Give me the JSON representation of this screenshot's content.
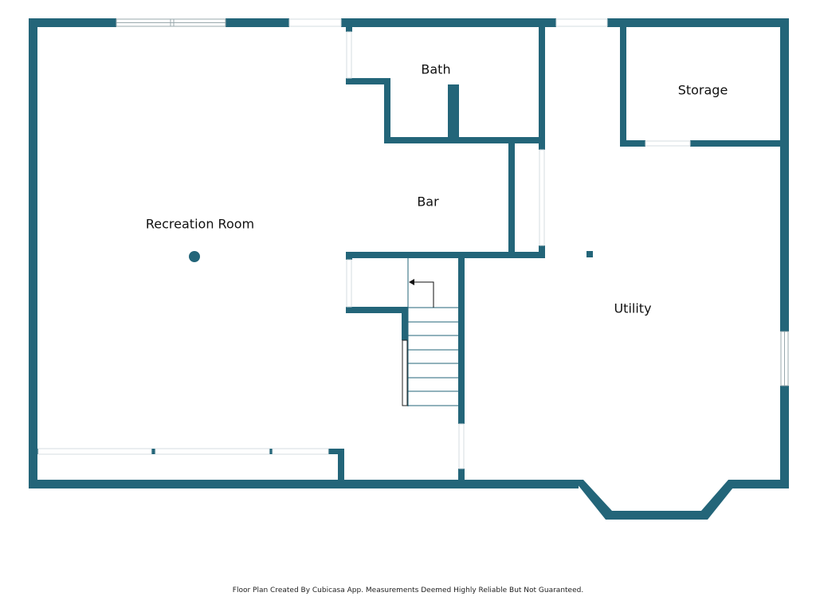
{
  "colors": {
    "wall": "#236579",
    "window": "#ffffff",
    "window_line": "#9aa9ae",
    "stair_line": "#236579",
    "background": "#ffffff"
  },
  "rooms": {
    "recreation": "Recreation Room",
    "bath": "Bath",
    "bar": "Bar",
    "storage": "Storage",
    "utility": "Utility"
  },
  "footer": "Floor Plan Created By Cubicasa App. Measurements Deemed Highly Reliable But Not Guaranteed."
}
